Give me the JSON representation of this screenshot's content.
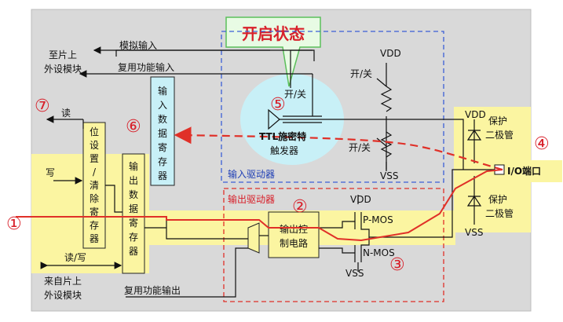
{
  "top_bubble": "开启状态",
  "labels": {
    "analog_in": "模拟输入",
    "alt_func_in": "复用功能输入",
    "to_chip_periph_1": "至片上",
    "to_chip_periph_2": "外设模块",
    "read": "读",
    "write": "写",
    "read_write": "读/写",
    "from_chip_periph_1": "来自片上",
    "from_chip_periph_2": "外设模块",
    "alt_func_out": "复用功能输出",
    "input_driver": "输入驱动器",
    "output_driver": "输出驱动器",
    "schmitt_1": "TTL施密特",
    "schmitt_2": "触发器",
    "on_off_1": "开/关",
    "on_off_2": "开/关",
    "on_off_3": "开/关",
    "pmos": "P-MOS",
    "nmos": "N-MOS",
    "vdd": "VDD",
    "vss": "VSS",
    "protect_1": "保护",
    "protect_2": "二极管",
    "io_port": "I/O端口"
  },
  "boxes": {
    "bit_set_reset": "位设置/清除寄存器",
    "output_data_reg": "输出数据寄存器",
    "input_data_reg": "输入数据寄存器",
    "output_ctrl_1": "输出控",
    "output_ctrl_2": "制电路"
  },
  "markers": [
    "①",
    "②",
    "③",
    "④",
    "⑤",
    "⑥",
    "⑦"
  ],
  "colors": {
    "highlight": "#fbf5a1",
    "bubble": "#c8f0f7",
    "blue": "#3b5fd6",
    "red": "#e03028",
    "panel": "#d9d9d9"
  }
}
